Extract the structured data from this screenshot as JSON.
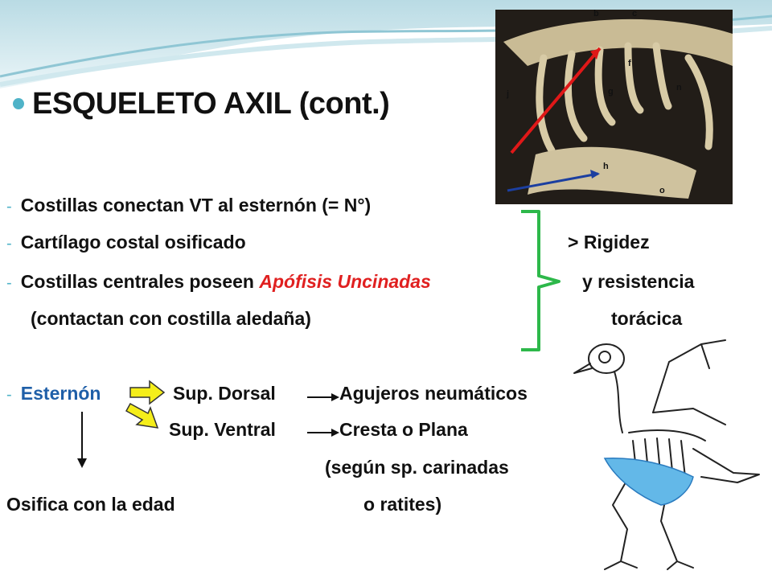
{
  "slide": {
    "title": "ESQUELETO AXIL (cont.)",
    "bullets": [
      "Costillas conectan VT al esternón (= N°)",
      "Cartílago costal osificado",
      "Costillas centrales poseen ",
      "Apófisis Uncinadas",
      "(contactan con costilla aledaña)"
    ],
    "brace_notes": [
      "> Rigidez",
      "y resistencia",
      "torácica"
    ],
    "sternum": {
      "label": "Esternón",
      "dorsal": "Sup. Dorsal",
      "dorsal_result": "Agujeros neumáticos",
      "ventral": "Sup. Ventral",
      "ventral_result": "Cresta o Plana",
      "note_1": "(según sp. carinadas",
      "note_2": "o ratites)",
      "ossify": "Osifica con la edad"
    },
    "photo_labels": [
      "b",
      "c",
      "f",
      "n",
      "g",
      "h",
      "j",
      "o"
    ],
    "colors": {
      "accent": "#4fb3c8",
      "uncinate": "#e02020",
      "sternum_label": "#1f5fa8",
      "brace": "#2db84a",
      "arrow_yellow": "#f5ee1a",
      "keel": "#63b8e8"
    }
  }
}
